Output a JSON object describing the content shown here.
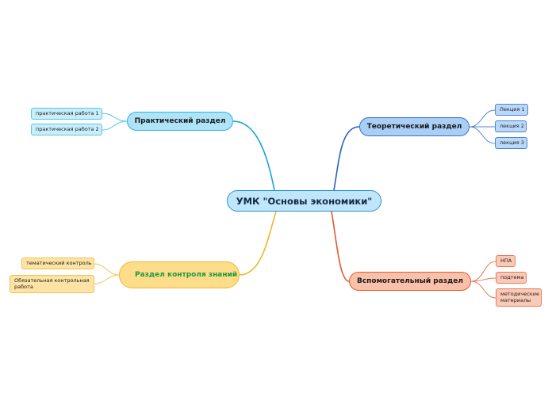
{
  "title": "УМК \"Основы экономики\"",
  "colors": {
    "practical": "#1aa3d9",
    "theory": "#2563c0",
    "control": "#f0b52b",
    "support": "#e05a2f",
    "control_text": "#1e9a3c"
  },
  "branches": {
    "practical": {
      "label": "Практический раздел",
      "children": [
        "практическая работа 1",
        "практическая работа 2"
      ]
    },
    "theory": {
      "label": "Теоретический раздел",
      "children": [
        "Лекция 1",
        "лекция 2",
        "лекция 3"
      ]
    },
    "control": {
      "label": "Раздел контроля знаний",
      "children": [
        "тематический контроль",
        "Обязательная контрольная работа"
      ]
    },
    "support": {
      "label": "Вспомогательный раздел",
      "children": [
        "НПА",
        "подтема",
        "методические материалы"
      ]
    }
  }
}
